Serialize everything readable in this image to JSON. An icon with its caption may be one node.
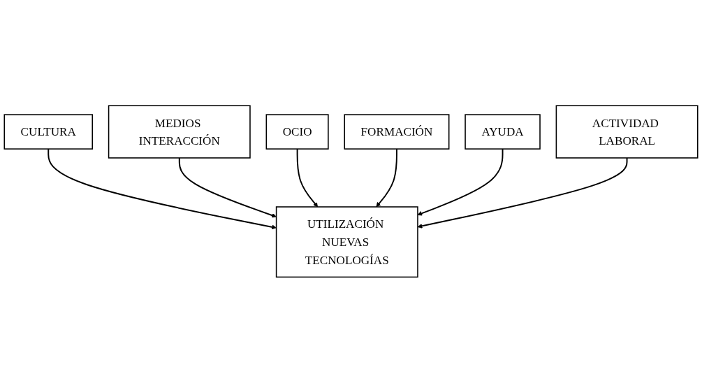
{
  "diagram": {
    "nodes": [
      {
        "text": [
          "CULTURA"
        ]
      },
      {
        "text": [
          "MEDIOS INTERACCIÓN"
        ]
      },
      {
        "text": [
          "OCIO"
        ]
      },
      {
        "text": [
          "UTILIZACIÓN NUEVAS TECNOLOGÍAS"
        ]
      },
      {
        "text": [
          "FORMACIÓN"
        ]
      },
      {
        "text": [
          "AYUDA"
        ]
      },
      {
        "text": [
          "ACTIVIDAD LABORAL"
        ]
      }
    ],
    "edges": [
      {
        "from": 0,
        "to": 3,
        "arrow": "to"
      },
      {
        "from": 1,
        "to": 3,
        "arrow": "to"
      },
      {
        "from": 2,
        "to": 3,
        "arrow": "to"
      },
      {
        "from": 4,
        "to": 3,
        "arrow": "to"
      },
      {
        "from": 5,
        "to": 3,
        "arrow": "to"
      },
      {
        "from": 6,
        "to": 3,
        "arrow": "to"
      }
    ]
  }
}
